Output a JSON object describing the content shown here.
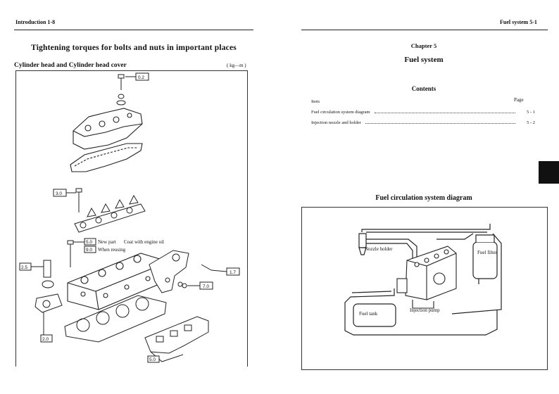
{
  "left_page": {
    "header": "Introduction 1-8",
    "title": "Tightening torques for bolts and nuts in important places",
    "subtitle": "Cylinder head and Cylinder head cover",
    "unit": "( kg—m )",
    "torque_values": [
      "0.2",
      "3.0",
      "5.0",
      "9.0",
      "2.5",
      "1.7",
      "7.0",
      "2.0",
      "5.0"
    ],
    "annotations": {
      "new_part": "New part",
      "coat": "Coat with engine oil",
      "reusing": "When reusing"
    }
  },
  "right_page": {
    "header": "Fuel system 5-1",
    "chapter": "Chapter 5",
    "chapter_title": "Fuel system",
    "contents_heading": "Contents",
    "toc_item_header": "Item",
    "toc_page_header": "Page",
    "toc": [
      {
        "item": "Fuel circulation system diagram",
        "page": "5 - 1"
      },
      {
        "item": "Injection nozzle and holder",
        "page": "5 - 2"
      }
    ],
    "diagram_title": "Fuel circulation system diagram",
    "diagram_labels": {
      "nozzle_holder": "Nozzle holder",
      "fuel_filter": "Fuel filter",
      "fuel_tank": "Fuel tank",
      "injection_pump": "Injection pump"
    }
  }
}
